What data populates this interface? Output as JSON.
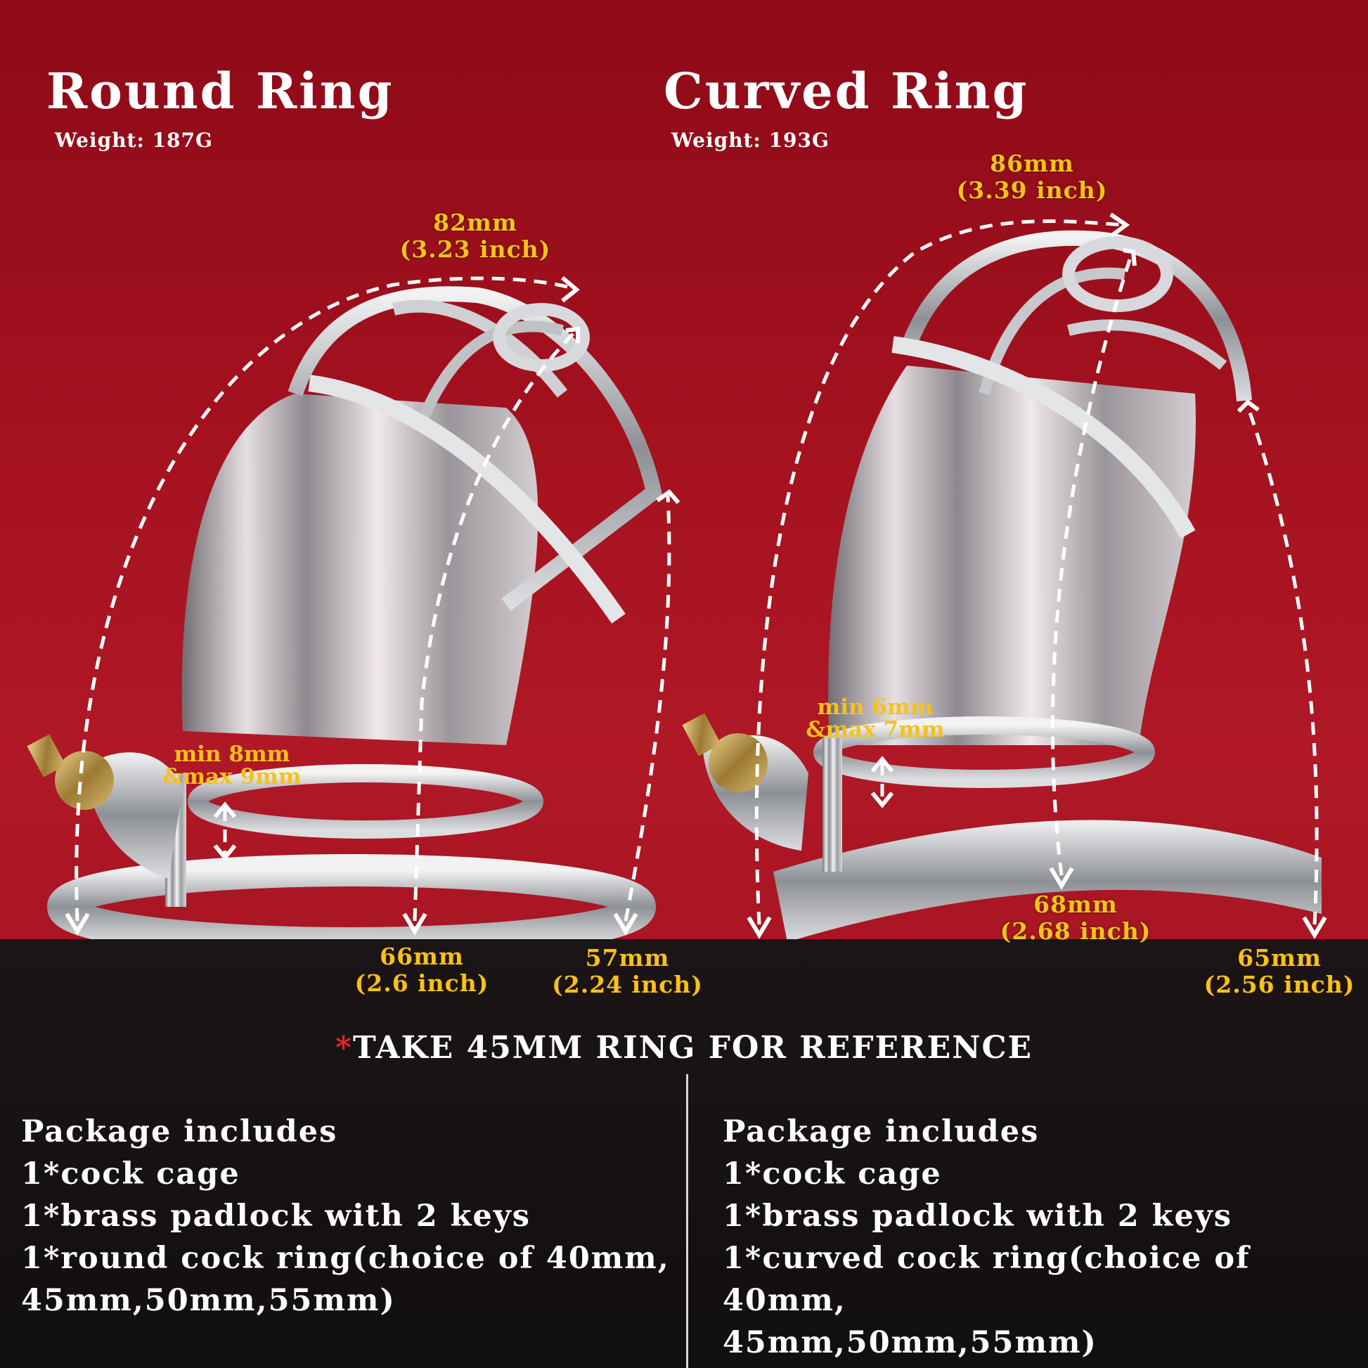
{
  "left": {
    "title": "Round Ring",
    "weight": "Weight:  187G",
    "arc_dim": {
      "mm": "82mm",
      "inch": "(3.23 inch)"
    },
    "ring_gap": {
      "min": "min 8mm",
      "max": "&max 9mm"
    },
    "front_dim": {
      "mm": "66mm",
      "inch": "(2.6 inch)"
    },
    "back_dim": {
      "mm": "57mm",
      "inch": "(2.24 inch)"
    }
  },
  "right": {
    "title": "Curved Ring",
    "weight": "Weight:  193G",
    "arc_dim": {
      "mm": "86mm",
      "inch": "(3.39 inch)"
    },
    "ring_gap": {
      "min": "min 6mm",
      "max": "&max 7mm"
    },
    "front_dim": {
      "mm": "68mm",
      "inch": "(2.68 inch)"
    },
    "back_dim": {
      "mm": "65mm",
      "inch": "(2.56 inch)"
    }
  },
  "reference_note": {
    "star": "*",
    "text": "TAKE 45MM RING FOR REFERENCE"
  },
  "package_left": {
    "heading": "Package includes",
    "items": [
      "1*cock cage",
      "1*brass padlock with 2 keys",
      "1*round cock ring(choice of 40mm,",
      "45mm,50mm,55mm)"
    ]
  },
  "package_right": {
    "heading": "Package includes",
    "items": [
      "1*cock cage",
      "1*brass padlock with 2 keys",
      "1*curved cock ring(choice of 40mm,",
      "45mm,50mm,55mm)"
    ]
  },
  "colors": {
    "background": "#a3111f",
    "panel": "#140f10",
    "accent": "#f5c21c",
    "metal": "#d9dadd"
  }
}
